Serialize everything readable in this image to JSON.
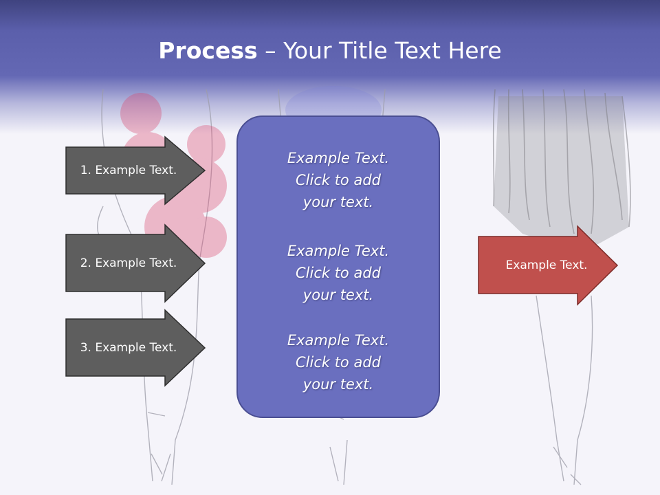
{
  "slide": {
    "title_bold": "Process",
    "title_rest": " – Your Title Text Here"
  },
  "left_arrows": [
    {
      "label": "1. Example Text."
    },
    {
      "label": "2. Example Text."
    },
    {
      "label": "3. Example Text."
    }
  ],
  "center_box": {
    "paragraphs": [
      {
        "line1": "Example Text.",
        "line2": "Click  to add",
        "line3": "your text."
      },
      {
        "line1": "Example Text.",
        "line2": "Click  to add",
        "line3": "your text."
      },
      {
        "line1": "Example Text.",
        "line2": "Click  to add",
        "line3": "your text."
      }
    ]
  },
  "right_arrow": {
    "label": "Example Text."
  },
  "colors": {
    "header": "#5b5fab",
    "left_arrow_fill": "#5e5e5e",
    "center_box_fill": "#6a6fbf",
    "right_arrow_fill": "#c0504d"
  }
}
